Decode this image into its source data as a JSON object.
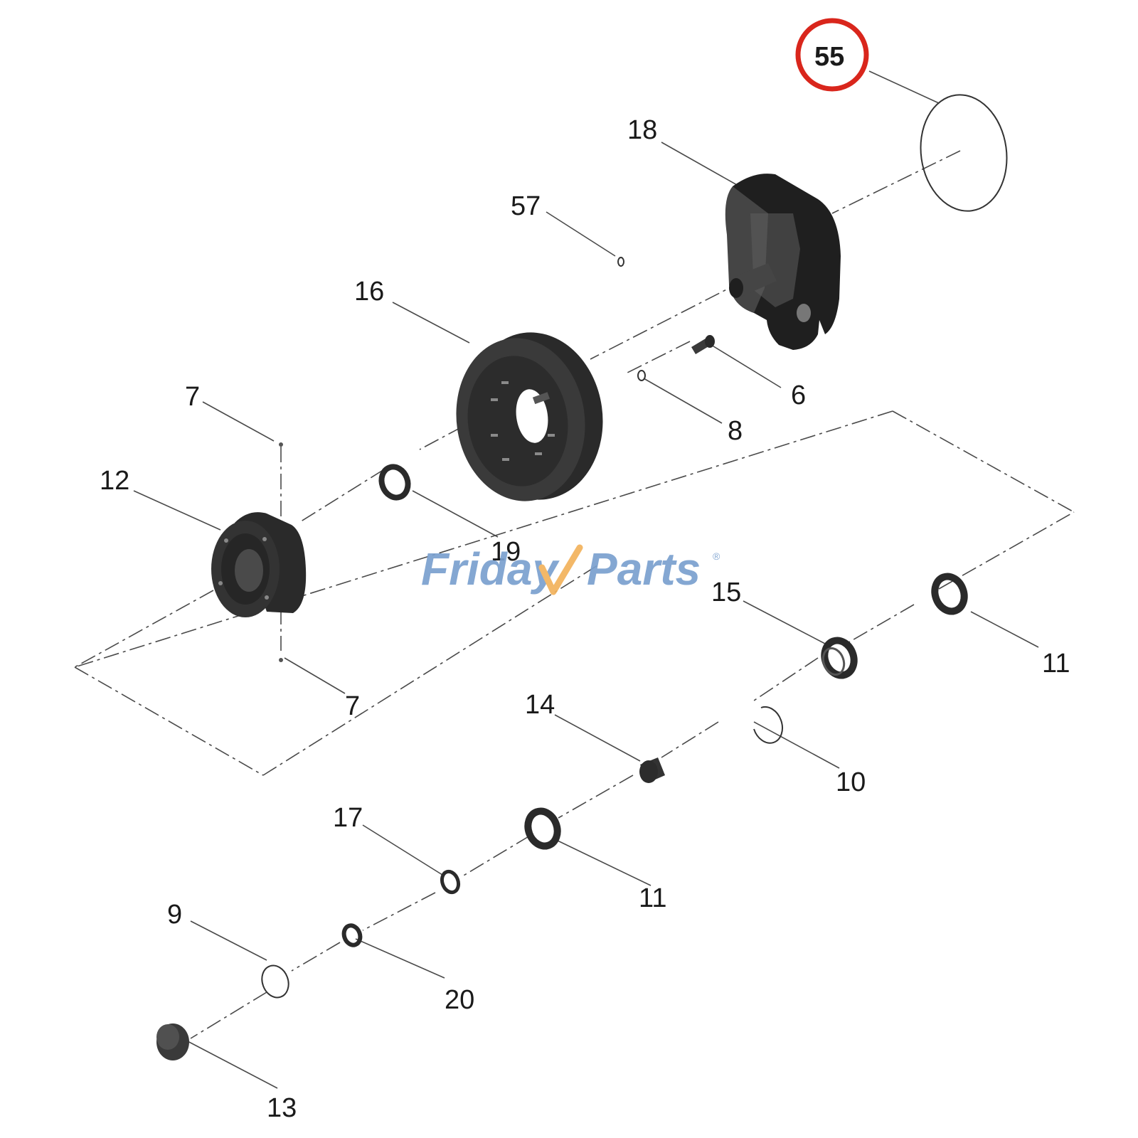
{
  "callouts": {
    "c55": "55",
    "c18": "18",
    "c57": "57",
    "c16": "16",
    "c6": "6",
    "c8": "8",
    "c7a": "7",
    "c12": "12",
    "c19": "19",
    "c7b": "7",
    "c15": "15",
    "c11a": "11",
    "c14": "14",
    "c10": "10",
    "c17": "17",
    "c11b": "11",
    "c9": "9",
    "c20": "20",
    "c13": "13"
  },
  "highlight_color": "#d9261c",
  "watermark": {
    "part1": "Friday",
    "part2": "Parts",
    "mark": "®",
    "color_main": "#7aa0cf",
    "color_accent": "#f2b25c"
  }
}
